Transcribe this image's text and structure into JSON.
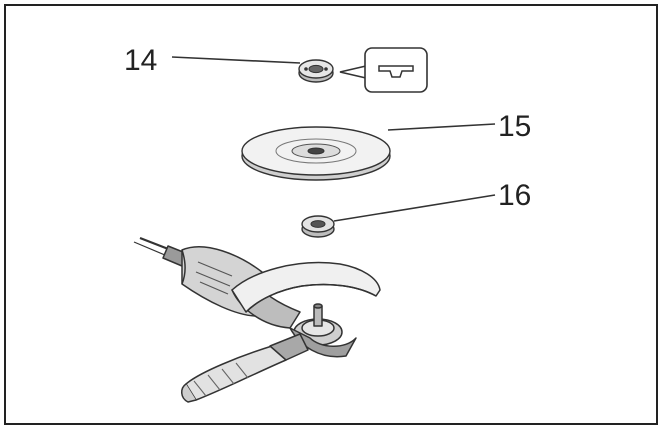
{
  "callouts": [
    {
      "id": "14",
      "part": "clamping-nut"
    },
    {
      "id": "15",
      "part": "grinding-disc"
    },
    {
      "id": "16",
      "part": "inner-flange"
    }
  ],
  "colors": {
    "frame": "#222222",
    "line": "#333333",
    "part_fill": "#d9d9d9",
    "part_dark": "#555555"
  }
}
